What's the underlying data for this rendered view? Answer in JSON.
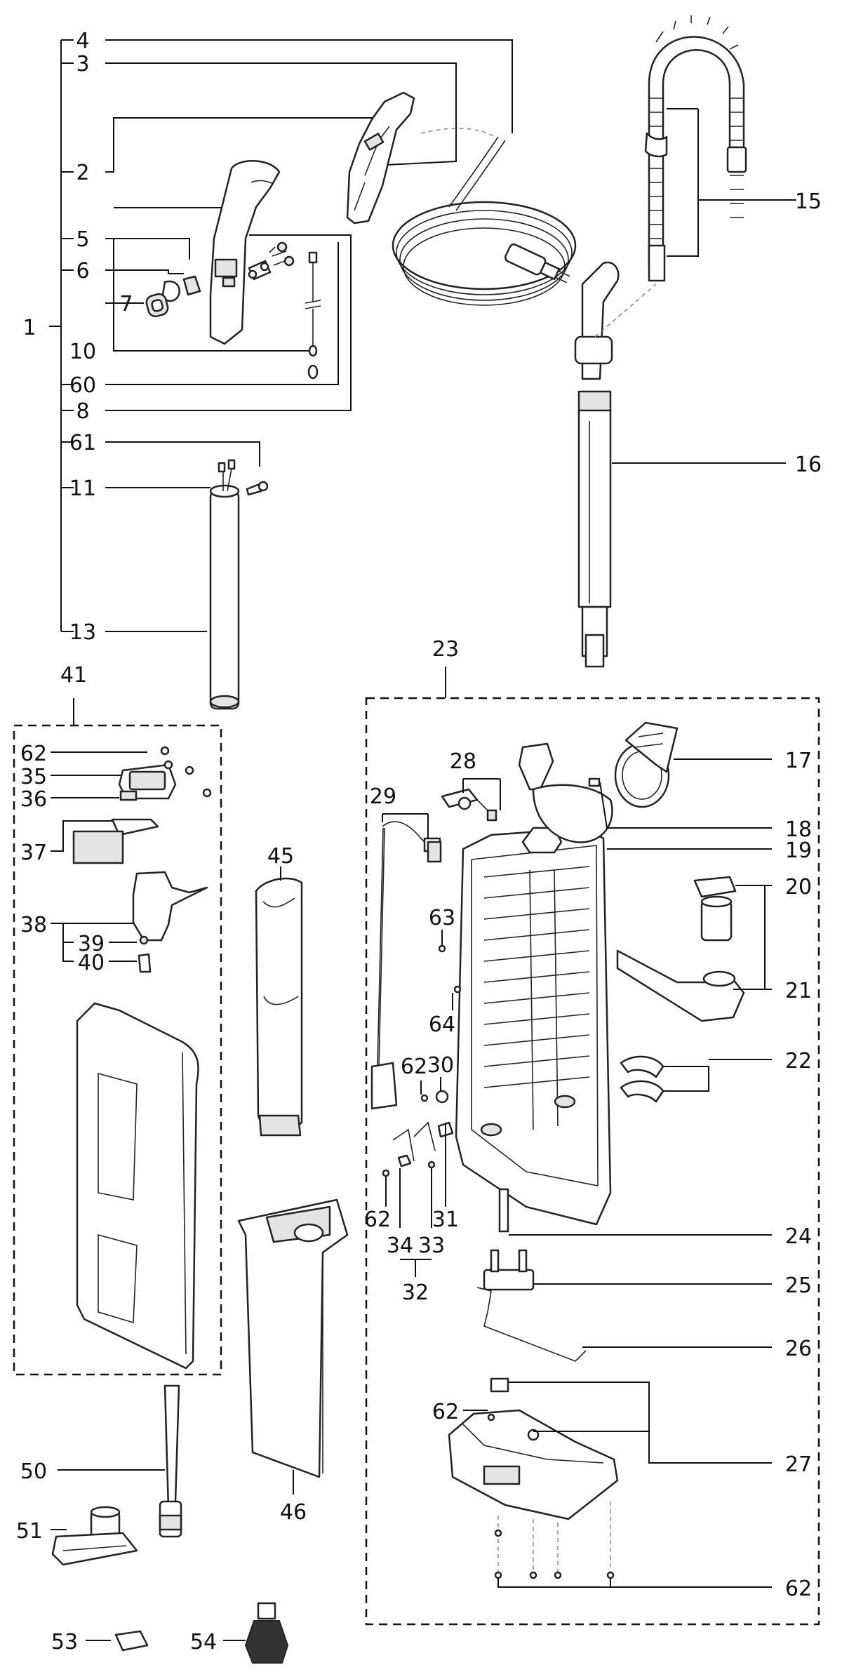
{
  "callouts": {
    "c1": "1",
    "c2": "2",
    "c3": "3",
    "c4": "4",
    "c5": "5",
    "c6": "6",
    "c7": "7",
    "c8": "8",
    "c10": "10",
    "c11": "11",
    "c13": "13",
    "c15": "15",
    "c16": "16",
    "c17": "17",
    "c18": "18",
    "c19": "19",
    "c20": "20",
    "c21": "21",
    "c22": "22",
    "c23": "23",
    "c24": "24",
    "c25": "25",
    "c26": "26",
    "c27": "27",
    "c28": "28",
    "c29": "29",
    "c30": "30",
    "c31": "31",
    "c32": "32",
    "c33": "33",
    "c34": "34",
    "c35": "35",
    "c36": "36",
    "c37": "37",
    "c38": "38",
    "c39": "39",
    "c40": "40",
    "c41": "41",
    "c45": "45",
    "c46": "46",
    "c50": "50",
    "c51": "51",
    "c53": "53",
    "c54": "54",
    "c60": "60",
    "c61": "61",
    "c62": "62",
    "c63": "63",
    "c64": "64"
  }
}
